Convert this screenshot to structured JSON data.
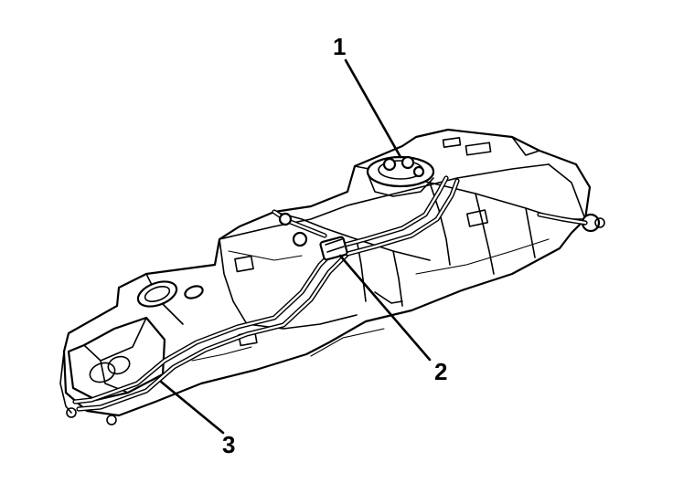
{
  "callouts": [
    {
      "number": "1",
      "target": "fuel-sender-module"
    },
    {
      "number": "2",
      "target": "fuel-line-connector"
    },
    {
      "number": "3",
      "target": "fuel-pipe-bundle"
    }
  ]
}
